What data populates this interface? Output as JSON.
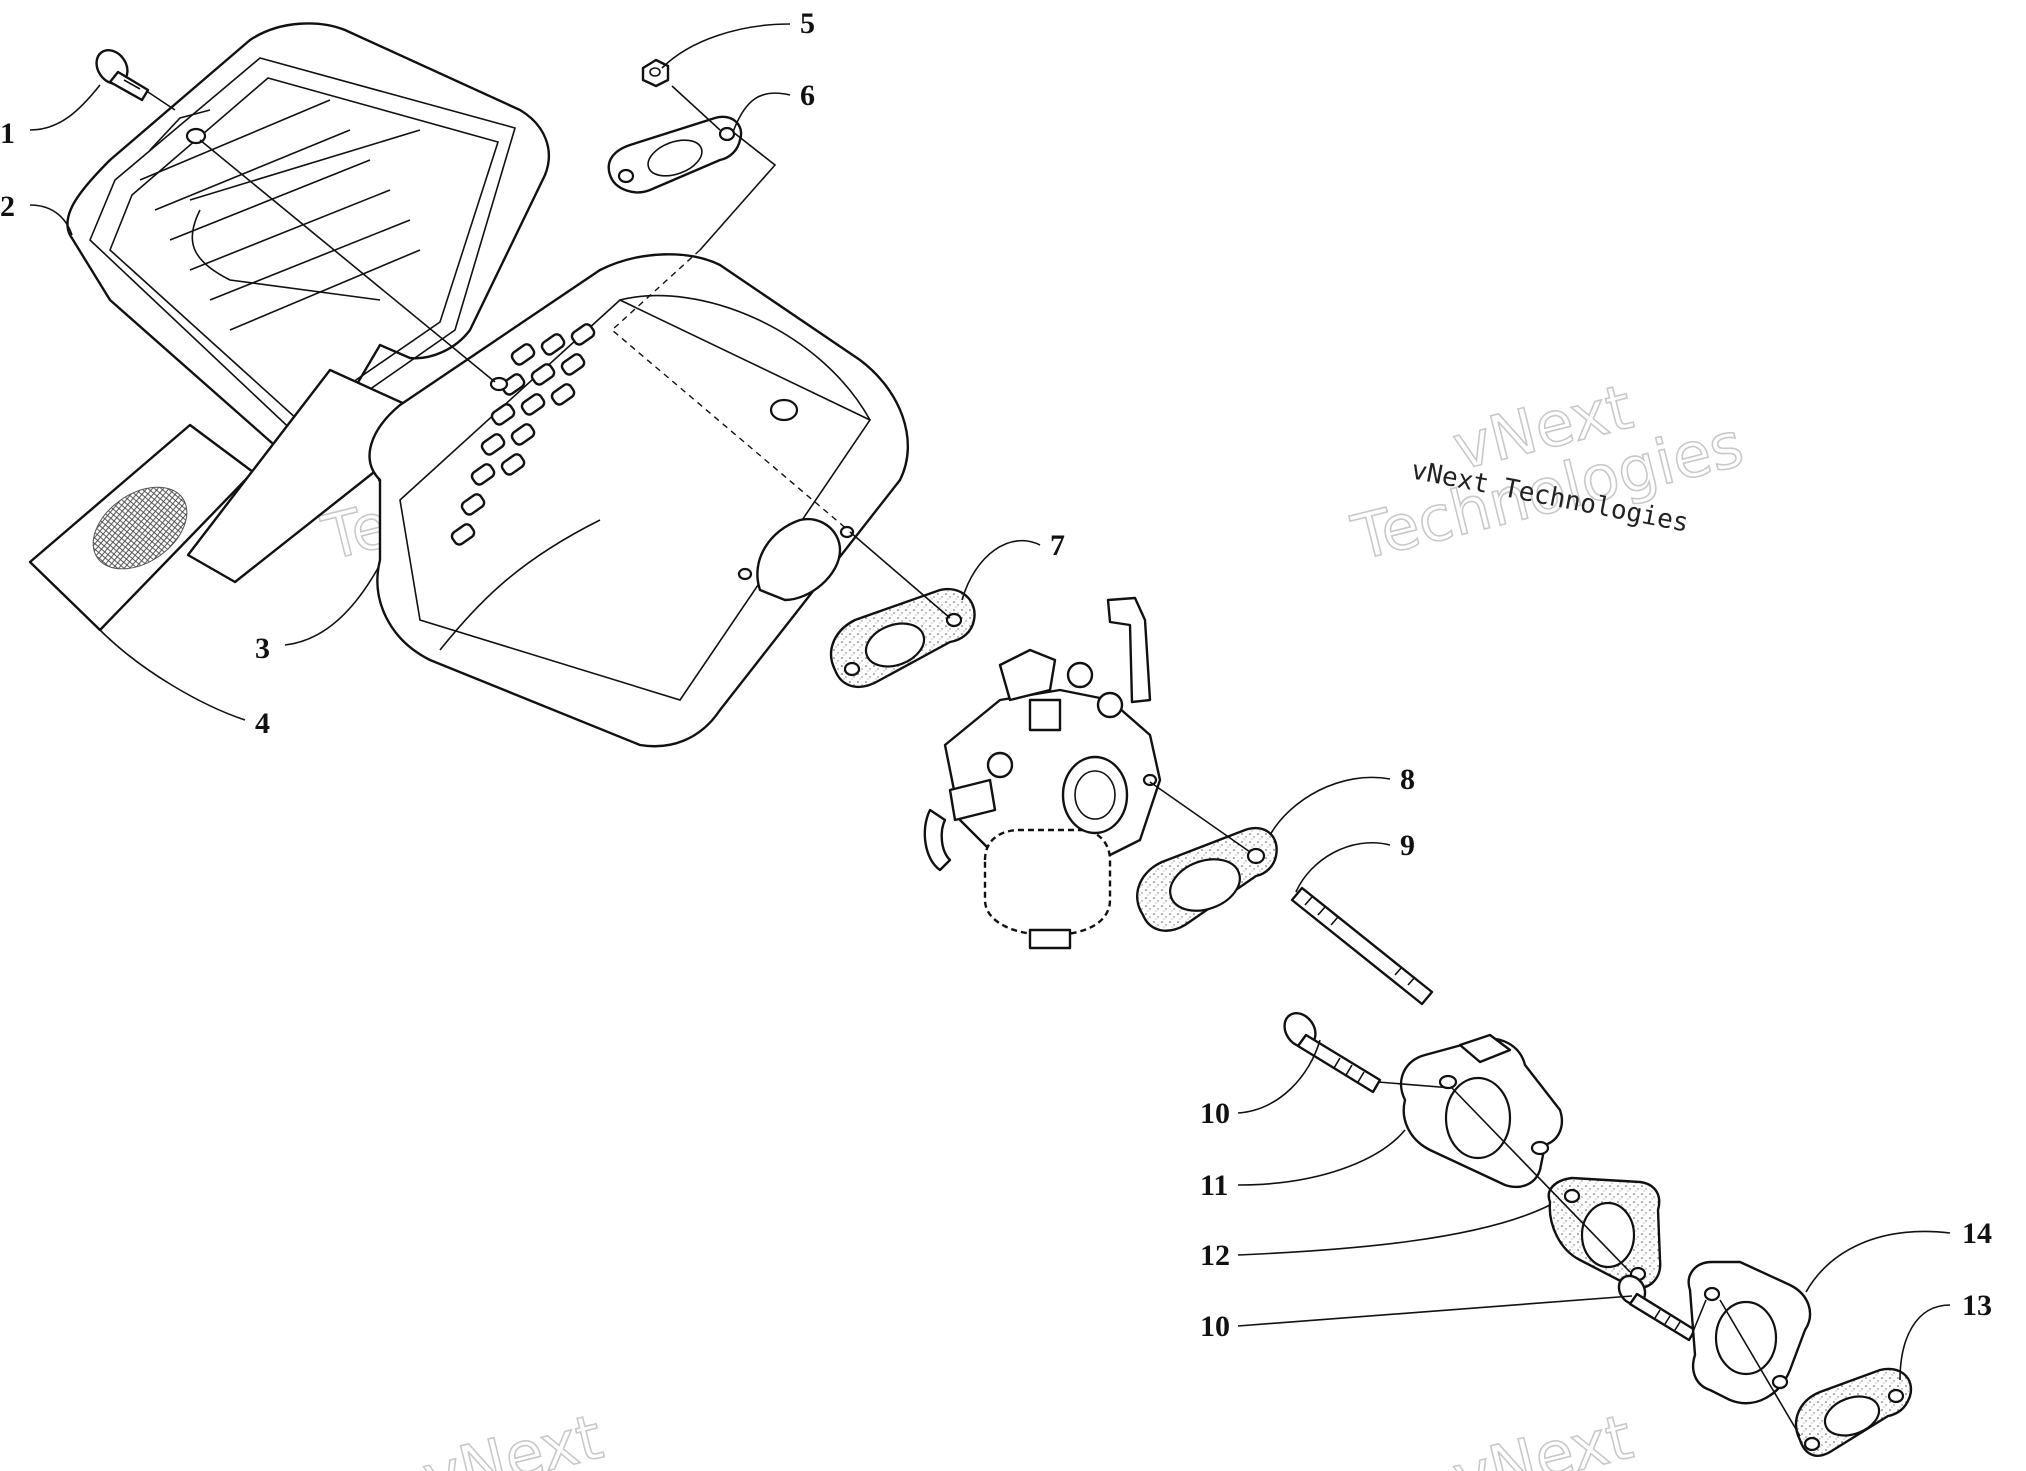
{
  "callouts": [
    {
      "id": "1",
      "label": "1"
    },
    {
      "id": "2",
      "label": "2"
    },
    {
      "id": "3",
      "label": "3"
    },
    {
      "id": "4",
      "label": "4"
    },
    {
      "id": "5",
      "label": "5"
    },
    {
      "id": "6",
      "label": "6"
    },
    {
      "id": "7",
      "label": "7"
    },
    {
      "id": "8",
      "label": "8"
    },
    {
      "id": "9",
      "label": "9"
    },
    {
      "id": "10a",
      "label": "10"
    },
    {
      "id": "11",
      "label": "11"
    },
    {
      "id": "12",
      "label": "12"
    },
    {
      "id": "10b",
      "label": "10"
    },
    {
      "id": "14",
      "label": "14"
    },
    {
      "id": "13",
      "label": "13"
    }
  ],
  "watermark": {
    "brand_line1": "vNext",
    "brand_line2": "Technologies",
    "caption": "vNext Technologies"
  }
}
